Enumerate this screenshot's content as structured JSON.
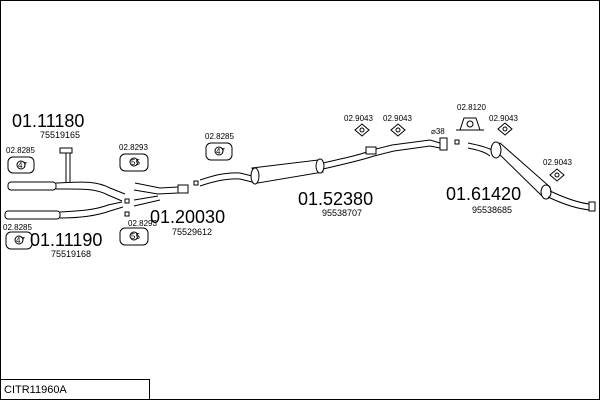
{
  "diagram_code": "CITR11960A",
  "parts": {
    "p1": {
      "number": "01.11180",
      "ref": "75519165"
    },
    "p2": {
      "number": "01.11190",
      "ref": "75519168"
    },
    "p3": {
      "number": "01.20030",
      "ref": "75529612"
    },
    "p4": {
      "number": "01.52380",
      "ref": "95538707"
    },
    "p5": {
      "number": "01.61420",
      "ref": "95538685"
    }
  },
  "accessories": {
    "a_8285_top": "02.8285",
    "a_8285_bottom": "02.8285",
    "a_8293": "02.8293",
    "a_8293_lower": "02.8293",
    "a_8285_mid": "02.8285",
    "a_9043_1": "02.9043",
    "a_9043_2": "02.9043",
    "a_8120": "02.8120",
    "a_9043_3": "02.9043",
    "a_9043_4": "02.9043"
  },
  "clamp_size": "⌀38",
  "gasket_labels": {
    "g47a": "47",
    "g55": "55",
    "g47b": "47",
    "g55b": "55",
    "g47c": "47"
  }
}
